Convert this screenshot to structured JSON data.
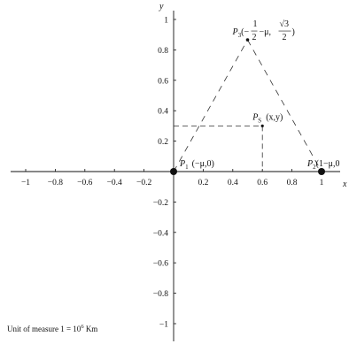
{
  "axes": {
    "x_name": "x",
    "y_name": "y",
    "x_ticks": [
      {
        "value": -1,
        "label": "−1"
      },
      {
        "value": -0.8,
        "label": "−0.8"
      },
      {
        "value": -0.6,
        "label": "−0.6"
      },
      {
        "value": -0.4,
        "label": "−0.4"
      },
      {
        "value": -0.2,
        "label": "−0.2"
      },
      {
        "value": 0.2,
        "label": "0.2"
      },
      {
        "value": 0.4,
        "label": "0.4"
      },
      {
        "value": 0.6,
        "label": "0.6"
      },
      {
        "value": 0.8,
        "label": "0.8"
      },
      {
        "value": 1,
        "label": "1"
      }
    ],
    "y_ticks": [
      {
        "value": 1,
        "label": "1"
      },
      {
        "value": 0.8,
        "label": "0.8"
      },
      {
        "value": 0.6,
        "label": "0.6"
      },
      {
        "value": 0.4,
        "label": "0.4"
      },
      {
        "value": 0.2,
        "label": "0.2"
      },
      {
        "value": -0.2,
        "label": "−0.2"
      },
      {
        "value": -0.4,
        "label": "−0.4"
      },
      {
        "value": -0.6,
        "label": "−0.6"
      },
      {
        "value": -0.8,
        "label": "−0.8"
      },
      {
        "value": -1,
        "label": "−1"
      }
    ],
    "x_range": [
      -1.1,
      1.15
    ],
    "y_range": [
      -1.1,
      1.05
    ]
  },
  "points": {
    "p1": {
      "x": 0,
      "y": 0,
      "name": "P",
      "sub": "1",
      "coords": "(−μ,0)"
    },
    "p2": {
      "x": 1,
      "y": 0,
      "name": "P",
      "sub": "2",
      "coords": "(1−μ,0"
    },
    "p3": {
      "x": 0.5,
      "y": 0.866,
      "name": "P",
      "sub": "3",
      "coords_prefix": "(−",
      "coords_mid": "−μ,",
      "frac1_num": "1",
      "frac1_den": "2",
      "frac2_num": "√3",
      "frac2_den": "2",
      "coords_suffix": ")"
    },
    "ps": {
      "x": 0.6,
      "y": 0.3,
      "name": "P",
      "sub": "S",
      "coords": "(x,y)"
    }
  },
  "footnote": {
    "text": "Unit of measure 1 = 10",
    "exponent": "6",
    "unit": " Km"
  },
  "colors": {
    "axis": "#111111",
    "dash": "#333333",
    "point": "#111111"
  }
}
